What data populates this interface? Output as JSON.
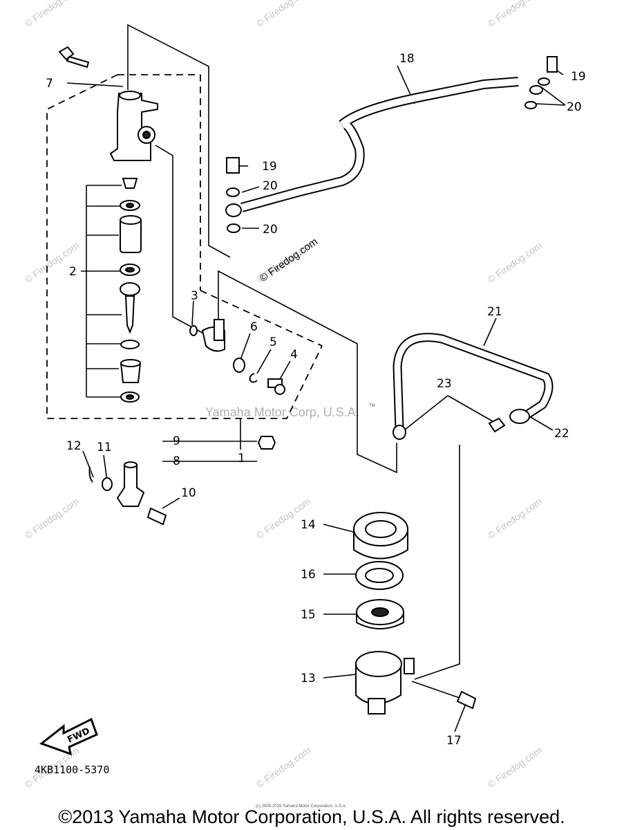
{
  "diagram": {
    "reference_code": "4KB1100-5370",
    "fwd_label": "FWD",
    "copyright": "©2013 Yamaha Motor Corporation, U.S.A. All rights reserved.",
    "small_copyright": "(c) 2005-2015 Yamaha Motor Corporation, U.S.A.",
    "watermark_center": "Yamaha Motor Corp, U.S.A.",
    "watermark_tm": "TM",
    "watermark_firedog": "© Firedog.com",
    "callouts": [
      "1",
      "2",
      "3",
      "4",
      "5",
      "6",
      "7",
      "8",
      "9",
      "10",
      "11",
      "12",
      "13",
      "14",
      "15",
      "16",
      "17",
      "18",
      "19",
      "19",
      "20",
      "20",
      "20",
      "21",
      "22",
      "23"
    ]
  }
}
